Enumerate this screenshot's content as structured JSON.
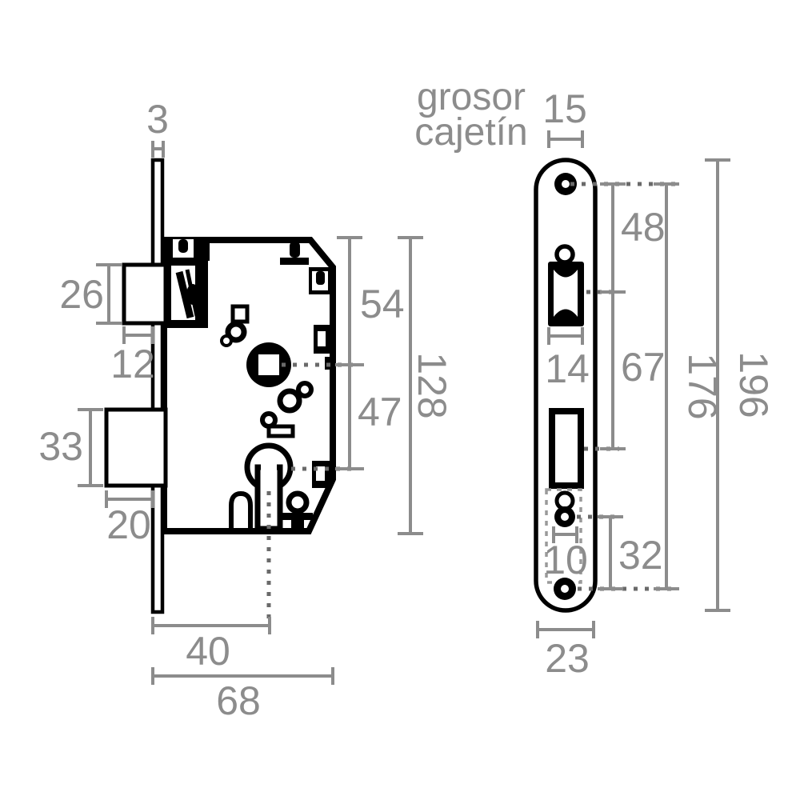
{
  "title_note": {
    "line1": "grosor",
    "line2": "cajetín"
  },
  "colors": {
    "ink": "#000000",
    "dimension": "#8c8c8c",
    "reference_dots": "#6a6a6a",
    "background": "#ffffff"
  },
  "side_view": {
    "faceplate_thickness": "3",
    "latch_height": "26",
    "latch_projection": "12",
    "deadbolt_height": "33",
    "deadbolt_projection": "20",
    "top_to_spindle": "54",
    "spindle_to_cylinder": "47",
    "body_height": "128",
    "backset": "40",
    "body_depth": "68"
  },
  "front_view": {
    "case_thickness": "15",
    "screw_to_latch": "48",
    "latch_cutout_width": "14",
    "latch_to_deadbolt": "67",
    "screw_hole_width": "10",
    "lower_hole_spacing": "32",
    "screw_spacing": "176",
    "plate_height": "196",
    "plate_width": "23"
  }
}
